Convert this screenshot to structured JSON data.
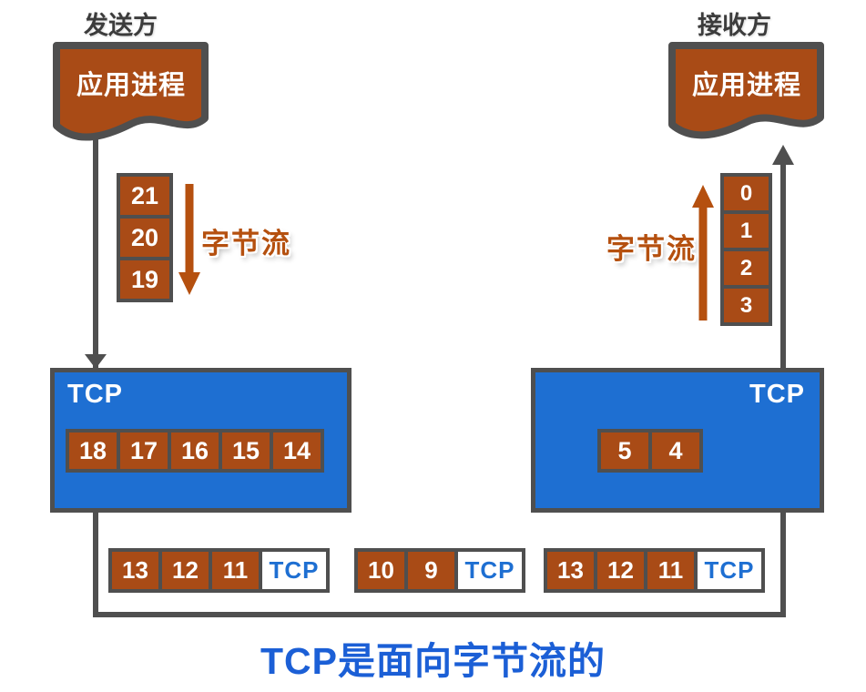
{
  "title": "TCP是面向字节流的",
  "sender": {
    "label": "发送方",
    "app_process": "应用进程",
    "stream_label": "字节流",
    "byte_stack": [
      "21",
      "20",
      "19"
    ],
    "tcp_label": "TCP",
    "buffer": [
      "18",
      "17",
      "16",
      "15",
      "14"
    ]
  },
  "receiver": {
    "label": "接收方",
    "app_process": "应用进程",
    "stream_label": "字节流",
    "byte_stack": [
      "0",
      "1",
      "2",
      "3"
    ],
    "tcp_label": "TCP",
    "buffer": [
      "5",
      "4"
    ]
  },
  "packets": [
    {
      "bytes": [
        "13",
        "12",
        "11"
      ],
      "header": "TCP"
    },
    {
      "bytes": [
        "10",
        "9"
      ],
      "header": "TCP"
    },
    {
      "bytes": [
        "13",
        "12",
        "11"
      ],
      "header": "TCP"
    }
  ],
  "colors": {
    "box_orange": "#a94b16",
    "tcp_blue": "#1e6fd2",
    "line_gray": "#4f4f4f",
    "title_blue": "#1b5fd6",
    "stream_orange": "#b5500f"
  }
}
